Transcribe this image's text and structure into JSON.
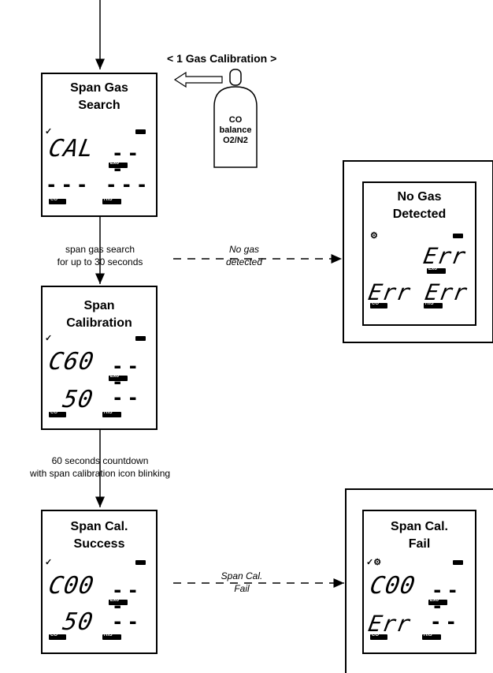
{
  "calibration_title": "< 1 Gas Calibration >",
  "cylinder": {
    "line1": "CO",
    "line2": "balance",
    "line3": "O2/N2"
  },
  "panels": {
    "span_gas_search": {
      "title1": "Span Gas",
      "title2": "Search",
      "main": "CAL",
      "lower": "- - -"
    },
    "no_gas": {
      "title1": "No Gas",
      "title2": "Detected",
      "err": "Err"
    },
    "span_cal": {
      "title1": "Span",
      "title2": "Calibration",
      "main": "C60",
      "lower": "50"
    },
    "success": {
      "title1": "Span Cal.",
      "title2": "Success",
      "main": "C00",
      "lower": "50"
    },
    "fail": {
      "title1": "Span Cal.",
      "title2": "Fail",
      "main": "C00",
      "err": "Err"
    }
  },
  "labels": {
    "search1": "span gas search",
    "search2": "for up to 30 seconds",
    "nogas1": "No gas",
    "nogas2": "detected",
    "countdown1": "60 seconds countdown",
    "countdown2": "with span calibration icon blinking",
    "fail1": "Span Cal.",
    "fail2": "Fail"
  },
  "icons": {
    "exo": "Exo",
    "co": "CO",
    "h2s": "H₂S"
  }
}
